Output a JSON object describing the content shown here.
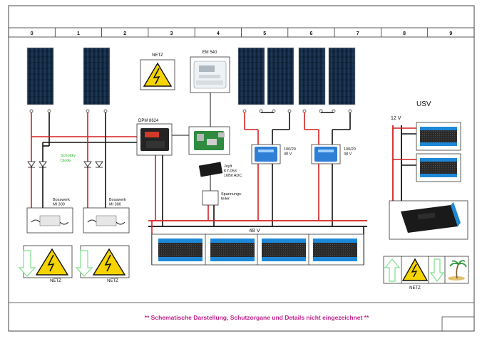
{
  "grid": {
    "columns": [
      "0",
      "1",
      "2",
      "3",
      "4",
      "5",
      "6",
      "7",
      "8",
      "9"
    ]
  },
  "devices": {
    "netz_top_label": "NETZ",
    "em_meter": "EM 540",
    "dpm": "DPM 8624",
    "schottky": "Schottky\nDiode",
    "joylt": "Joylt\nKY-053\n16Bit ADC",
    "spannungsteiler": "Spannungs-\nteiler",
    "mppt_left": "100/20\n48 V",
    "mppt_right": "100/20\n48 V",
    "inverter_left": "Bosswerk\nMI 300",
    "inverter_right": "Bosswerk\nMI 300",
    "bus_label": "48 V",
    "usv_title": "USV",
    "usv_voltage": "12 V",
    "netz_bottom_left": "NETZ",
    "netz_bottom_mid": "NETZ",
    "netz_bottom_right": "NETZ"
  },
  "footer": {
    "note": "** Schematische Darstellung, Schutzorgane und Details nicht eingezeichnet **"
  },
  "colors": {
    "red_wire": "#d42020",
    "black_wire": "#111111",
    "green_arrow": "#7ddf8a",
    "note_color": "#c0208a",
    "schottky_color": "#2fb52f",
    "battery_blue": "#1e88d8"
  }
}
